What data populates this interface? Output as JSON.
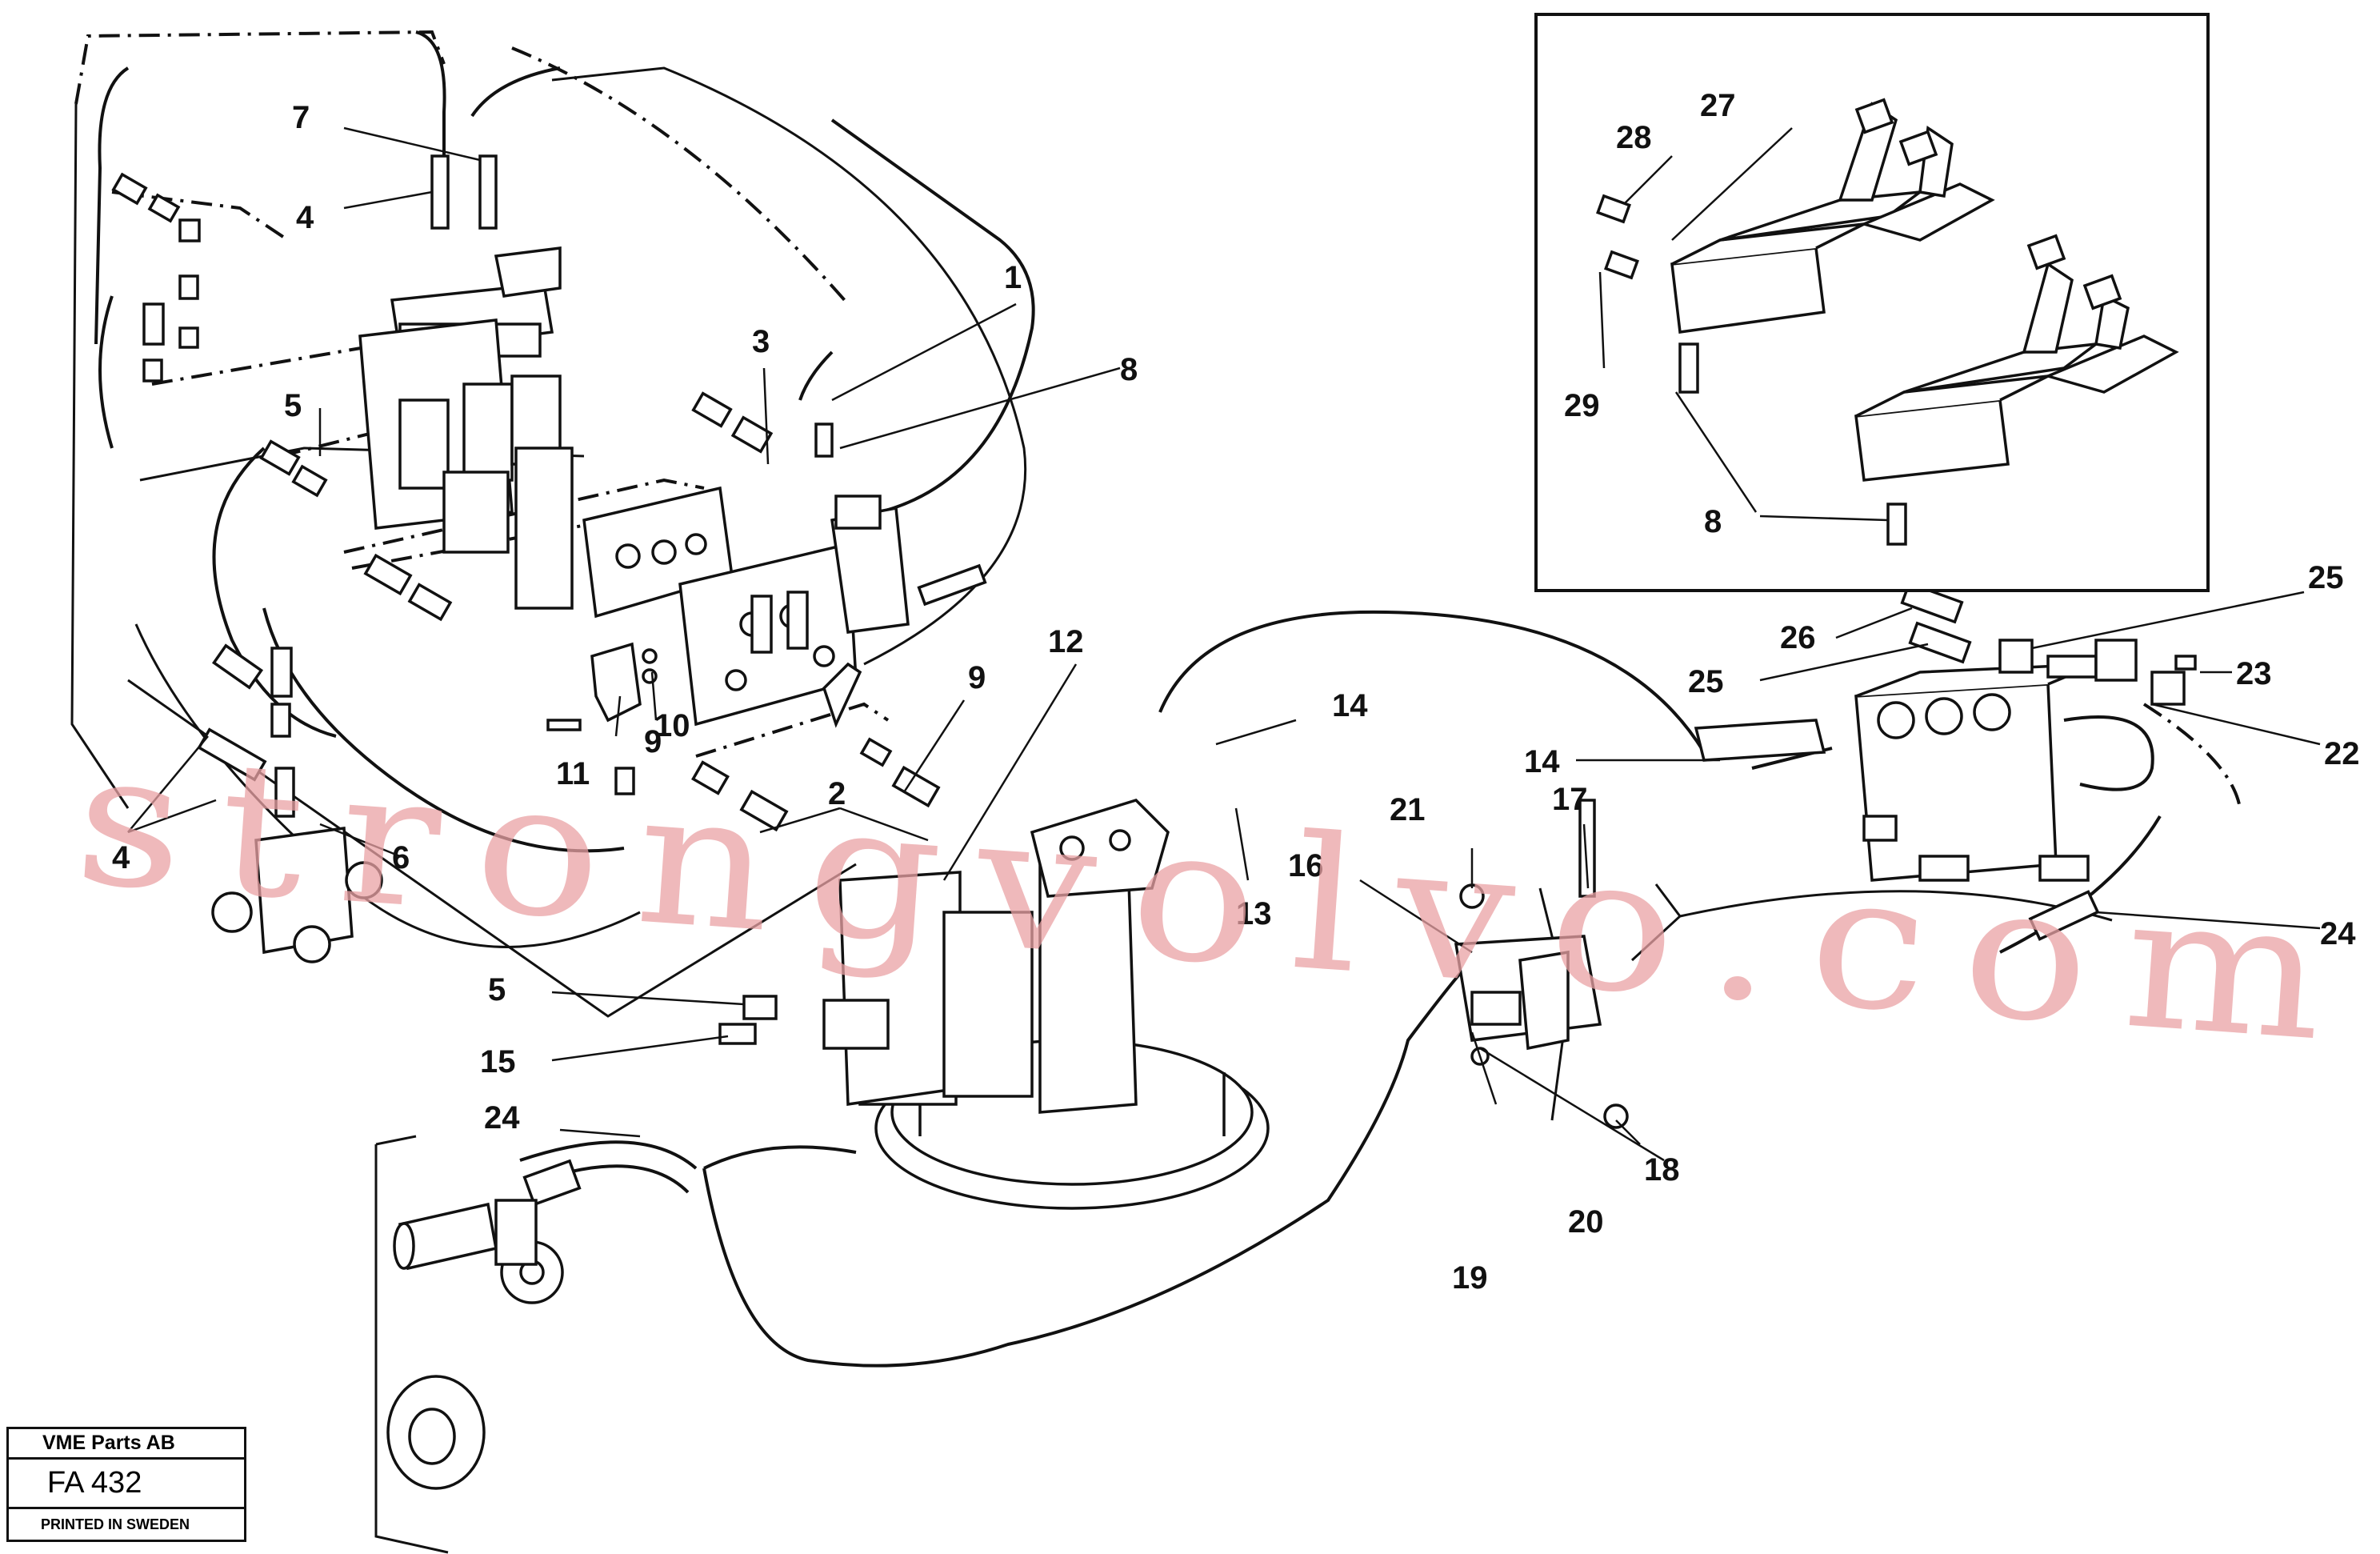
{
  "callouts": {
    "c1": "1",
    "c2": "2",
    "c3": "3",
    "c4a": "4",
    "c4b": "4",
    "c5a": "5",
    "c5b": "5",
    "c6": "6",
    "c7": "7",
    "c8a": "8",
    "c8b": "8",
    "c9a": "9",
    "c9b": "9",
    "c10": "10",
    "c11": "11",
    "c12": "12",
    "c13": "13",
    "c14a": "14",
    "c14b": "14",
    "c15": "15",
    "c16": "16",
    "c17": "17",
    "c18": "18",
    "c19": "19",
    "c20": "20",
    "c21": "21",
    "c22": "22",
    "c23": "23",
    "c24a": "24",
    "c24b": "24",
    "c25a": "25",
    "c25b": "25",
    "c26": "26",
    "c27": "27",
    "c28": "28",
    "c29": "29"
  },
  "title_block": {
    "company": "VME Parts AB",
    "code": "FA 432",
    "printed": "PRINTED IN SWEDEN"
  },
  "watermark": "strongvolvo.com",
  "colors": {
    "ink": "#111111",
    "watermark": "#e9a2a4",
    "background": "#ffffff"
  }
}
